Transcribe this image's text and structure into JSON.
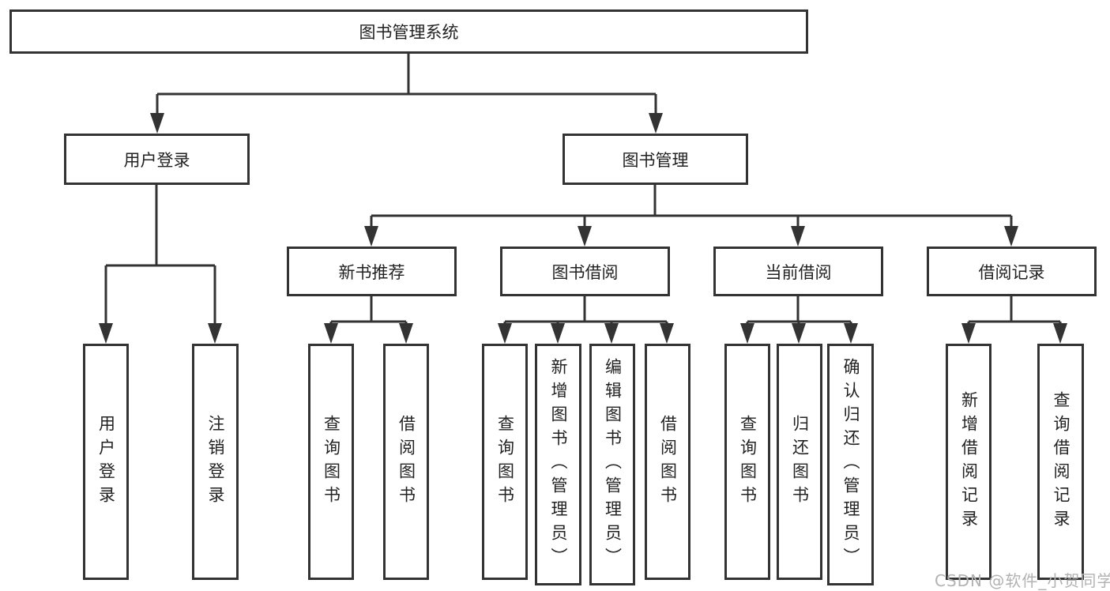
{
  "tree": {
    "root": {
      "label": "图书管理系统"
    },
    "branches": [
      {
        "label": "用户登录",
        "children": [
          {
            "label": "用户登录"
          },
          {
            "label": "注销登录"
          }
        ]
      },
      {
        "label": "图书管理",
        "children": [
          {
            "label": "新书推荐",
            "children": [
              {
                "label": "查询图书"
              },
              {
                "label": "借阅图书"
              }
            ]
          },
          {
            "label": "图书借阅",
            "children": [
              {
                "label": "查询图书"
              },
              {
                "label": "新增图书（管理员）"
              },
              {
                "label": "编辑图书（管理员）"
              },
              {
                "label": "借阅图书"
              }
            ]
          },
          {
            "label": "当前借阅",
            "children": [
              {
                "label": "查询图书"
              },
              {
                "label": "归还图书"
              },
              {
                "label": "确认归还（管理员）"
              }
            ]
          },
          {
            "label": "借阅记录",
            "children": [
              {
                "label": "新增借阅记录"
              },
              {
                "label": "查询借阅记录"
              }
            ]
          }
        ]
      }
    ]
  },
  "watermark": {
    "text": "CSDN @软件_小贺同学"
  },
  "colors": {
    "line": "#333333",
    "text": "#222222",
    "watermark": "#b2b2b2",
    "background": "#ffffff"
  }
}
